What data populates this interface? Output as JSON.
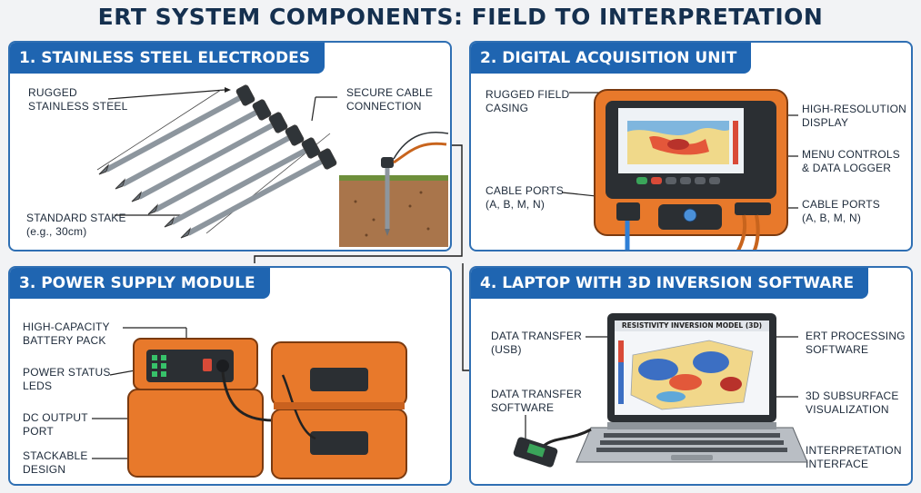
{
  "title": "ERT SYSTEM COMPONENTS: FIELD TO INTERPRETATION",
  "panels": {
    "p1": {
      "heading": "1. STAINLESS STEEL ELECTRODES",
      "label_rugged": "RUGGED\nSTAINLESS STEEL",
      "label_cable": "SECURE CABLE\nCONNECTION",
      "label_stake": "STANDARD STAKE\n(e.g., 30cm)"
    },
    "p2": {
      "heading": "2. DIGITAL ACQUISITION UNIT",
      "label_casing": "RUGGED FIELD\nCASING",
      "label_display": "HIGH-RESOLUTION\nDISPLAY",
      "label_menu": "MENU CONTROLS\n& DATA LOGGER",
      "label_ports_left": "CABLE PORTS\n(A, B, M, N)",
      "label_ports_right": "CABLE PORTS\n(A, B, M, N)"
    },
    "p3": {
      "heading": "3. POWER SUPPLY MODULE",
      "label_battery": "HIGH-CAPACITY\nBATTERY PACK",
      "label_leds": "POWER STATUS\nLEDS",
      "label_dc": "DC OUTPUT\nPORT",
      "label_stack": "STACKABLE\nDESIGN"
    },
    "p4": {
      "heading": "4. LAPTOP WITH 3D INVERSION SOFTWARE",
      "label_usb": "DATA TRANSFER\n(USB)",
      "label_transfer_sw": "DATA TRANSFER\nSOFTWARE",
      "label_ert_sw": "ERT PROCESSING\nSOFTWARE",
      "label_3d": "3D SUBSURFACE\nVISUALIZATION",
      "label_interface": "INTERPRETATION\nINTERFACE",
      "screen_title": "RESISTIVITY INVERSION MODEL (3D)"
    }
  },
  "colors": {
    "panel_border": "#2f6fb3",
    "tab_fill": "#1f65b1",
    "case_orange": "#e8792b",
    "cable_blue": "#2f7fd6",
    "cable_orange": "#c8641d"
  },
  "icons": [
    "electrode-stake-icon",
    "acquisition-unit-icon",
    "battery-case-icon",
    "laptop-icon",
    "usb-drive-icon"
  ]
}
